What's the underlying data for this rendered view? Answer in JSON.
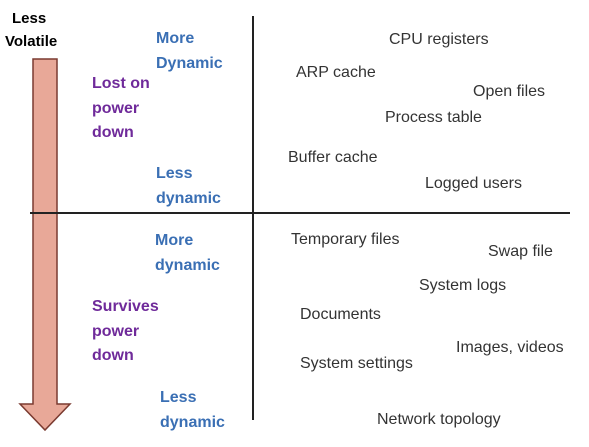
{
  "colors": {
    "dynamic_label": "#3a6fb4",
    "power_label": "#6f2a9a",
    "item_text": "#333333",
    "arrow_fill": "#e8a898",
    "arrow_stroke": "#7a3a30",
    "divider": "#222222"
  },
  "axis": {
    "line1": "Less",
    "line2": "Volatile"
  },
  "top_section": {
    "power_state": [
      "Lost on",
      "power",
      "down"
    ],
    "more_dynamic": [
      "More",
      "Dynamic"
    ],
    "less_dynamic": [
      "Less",
      "dynamic"
    ],
    "items": [
      "CPU registers",
      "ARP cache",
      "Open files",
      "Process table",
      "Buffer cache",
      "Logged users"
    ]
  },
  "bottom_section": {
    "power_state": [
      "Survives",
      "power",
      "down"
    ],
    "more_dynamic": [
      "More",
      "dynamic"
    ],
    "less_dynamic": [
      "Less",
      "dynamic"
    ],
    "items": [
      "Temporary files",
      "Swap file",
      "System logs",
      "Documents",
      "Images, videos",
      "System settings",
      "Network topology"
    ]
  }
}
